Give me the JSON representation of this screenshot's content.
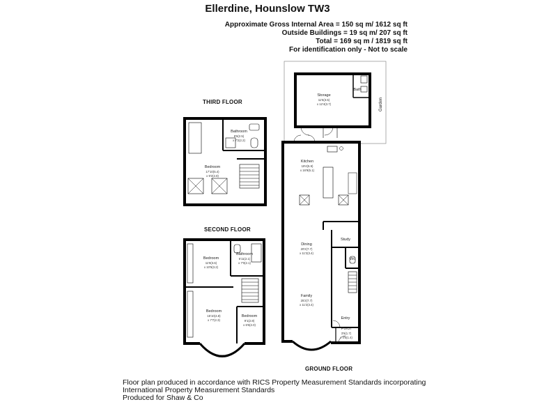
{
  "title": "Ellerdine, Hounslow TW3",
  "areas": {
    "gross": "Approximate Gross Internal Area = 150 sq m/ 1612 sq ft",
    "outside": "Outside Buildings = 19 sq m/ 207 sq ft",
    "total": "Total = 169 sq m / 1819 sq ft",
    "note": "For identification only - Not to scale"
  },
  "floors": {
    "third": "THIRD FLOOR",
    "second": "SECOND FLOOR",
    "ground": "GROUND FLOOR"
  },
  "rooms": {
    "third_bathroom": {
      "name": "Bathroom",
      "dim1": "8'6(2.5)",
      "dim2": "x 7'2(2.2)"
    },
    "third_bedroom": {
      "name": "Bedroom",
      "dim1": "17'10(5.4)",
      "dim2": "x 9'2(2.8)"
    },
    "second_bedroom1": {
      "name": "Bedroom",
      "dim1": "11'9(3.6)",
      "dim2": "x 10'5(3.2)"
    },
    "second_bathroom": {
      "name": "Bathroom",
      "dim1": "6'11(2.1)",
      "dim2": "x 7'0(2.1)"
    },
    "second_bedroom2": {
      "name": "Bedroom",
      "dim1": "15'10(4.8)",
      "dim2": "x 7'7(2.3)"
    },
    "second_bedroom3": {
      "name": "Bedroom",
      "dim1": "9'1(2.8)",
      "dim2": "x 6'6(2.0)"
    },
    "storage": {
      "name": "Storage",
      "dim1": "11'5(3.5)",
      "dim2": "x 12'4(3.7)"
    },
    "bath": {
      "name": "Bath"
    },
    "garden": {
      "name": "Garden"
    },
    "kitchen": {
      "name": "Kitchen",
      "dim1": "19'4(5.9)",
      "dim2": "x 16'9(5.1)"
    },
    "study": {
      "name": "Study"
    },
    "wc": {
      "name": "Wc"
    },
    "dining": {
      "name": "Dining",
      "dim1": "20'2(7.7)",
      "dim2": "x 11'2(3.4)"
    },
    "family": {
      "name": "Family",
      "dim1": "25'2(7.7)",
      "dim2": "x 11'2(3.4)"
    },
    "entry": {
      "name": "Entry"
    },
    "porch": {
      "name": "Porch",
      "dim1": "3'6(1.7)",
      "dim2": "x 4'5(1.4)"
    }
  },
  "footer": {
    "line1": "Floor plan produced in accordance with RICS Property Measurement Standards incorporating",
    "line2": "International Property Measurement Standards",
    "line3": "Produced for Shaw & Co"
  }
}
